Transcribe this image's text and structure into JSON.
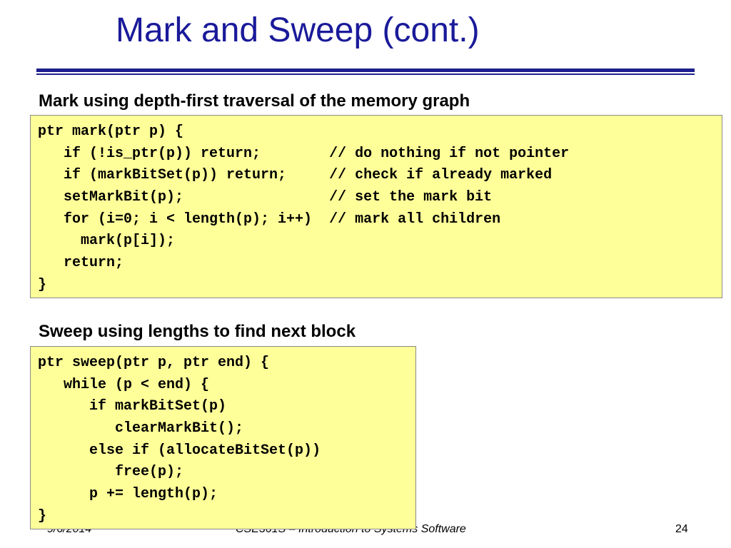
{
  "slide": {
    "title": "Mark and Sweep (cont.)"
  },
  "mark_section": {
    "heading": "Mark using depth-first traversal of the memory graph",
    "code_lines": [
      "ptr mark(ptr p) {",
      "   if (!is_ptr(p)) return;        // do nothing if not pointer",
      "   if (markBitSet(p)) return;     // check if already marked",
      "   setMarkBit(p);                 // set the mark bit",
      "   for (i=0; i < length(p); i++)  // mark all children",
      "     mark(p[i]);",
      "   return;",
      "}"
    ]
  },
  "sweep_section": {
    "heading": "Sweep using lengths to find next block",
    "code_lines": [
      "ptr sweep(ptr p, ptr end) {",
      "   while (p < end) {",
      "      if markBitSet(p)",
      "         clearMarkBit();",
      "      else if (allocateBitSet(p))",
      "         free(p);",
      "      p += length(p);",
      "}"
    ]
  },
  "footer": {
    "date": "9/6/2014",
    "course": "CSE361S – Introduction to Systems Software",
    "page_number": "24"
  },
  "colors": {
    "title": "#1a1a9a",
    "rule": "#1f1f8f",
    "code_background": "#ffff99"
  }
}
